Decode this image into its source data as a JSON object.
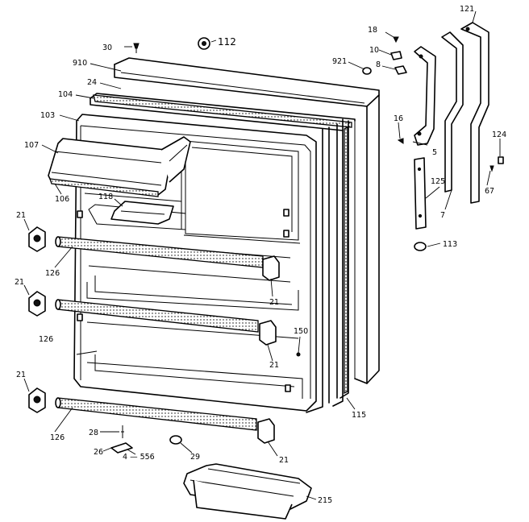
{
  "callouts": [
    {
      "id": "c30",
      "text": "30"
    },
    {
      "id": "c112",
      "text": "112"
    },
    {
      "id": "c18",
      "text": "18"
    },
    {
      "id": "c121",
      "text": "121"
    },
    {
      "id": "c910",
      "text": "910"
    },
    {
      "id": "c921",
      "text": "921"
    },
    {
      "id": "c10",
      "text": "10"
    },
    {
      "id": "c8",
      "text": "8"
    },
    {
      "id": "c24",
      "text": "24"
    },
    {
      "id": "c104",
      "text": "104"
    },
    {
      "id": "c103",
      "text": "103"
    },
    {
      "id": "c16",
      "text": "16"
    },
    {
      "id": "c107",
      "text": "107"
    },
    {
      "id": "c5",
      "text": "5"
    },
    {
      "id": "c124",
      "text": "124"
    },
    {
      "id": "c106",
      "text": "106"
    },
    {
      "id": "c118",
      "text": "118"
    },
    {
      "id": "c125",
      "text": "125"
    },
    {
      "id": "c67",
      "text": "67"
    },
    {
      "id": "c7",
      "text": "7"
    },
    {
      "id": "c21a",
      "text": "21"
    },
    {
      "id": "c113",
      "text": "113"
    },
    {
      "id": "c126a",
      "text": "126"
    },
    {
      "id": "c21b",
      "text": "21"
    },
    {
      "id": "c21c",
      "text": "21"
    },
    {
      "id": "c150",
      "text": "150"
    },
    {
      "id": "c126b",
      "text": "126"
    },
    {
      "id": "c21d",
      "text": "21"
    },
    {
      "id": "c21e",
      "text": "21"
    },
    {
      "id": "c115",
      "text": "115"
    },
    {
      "id": "c126c",
      "text": "126"
    },
    {
      "id": "c28",
      "text": "28"
    },
    {
      "id": "c26",
      "text": "26"
    },
    {
      "id": "c556",
      "text": "4 — 556"
    },
    {
      "id": "c29",
      "text": "29"
    },
    {
      "id": "c21f",
      "text": "21"
    },
    {
      "id": "c215",
      "text": "215"
    }
  ]
}
